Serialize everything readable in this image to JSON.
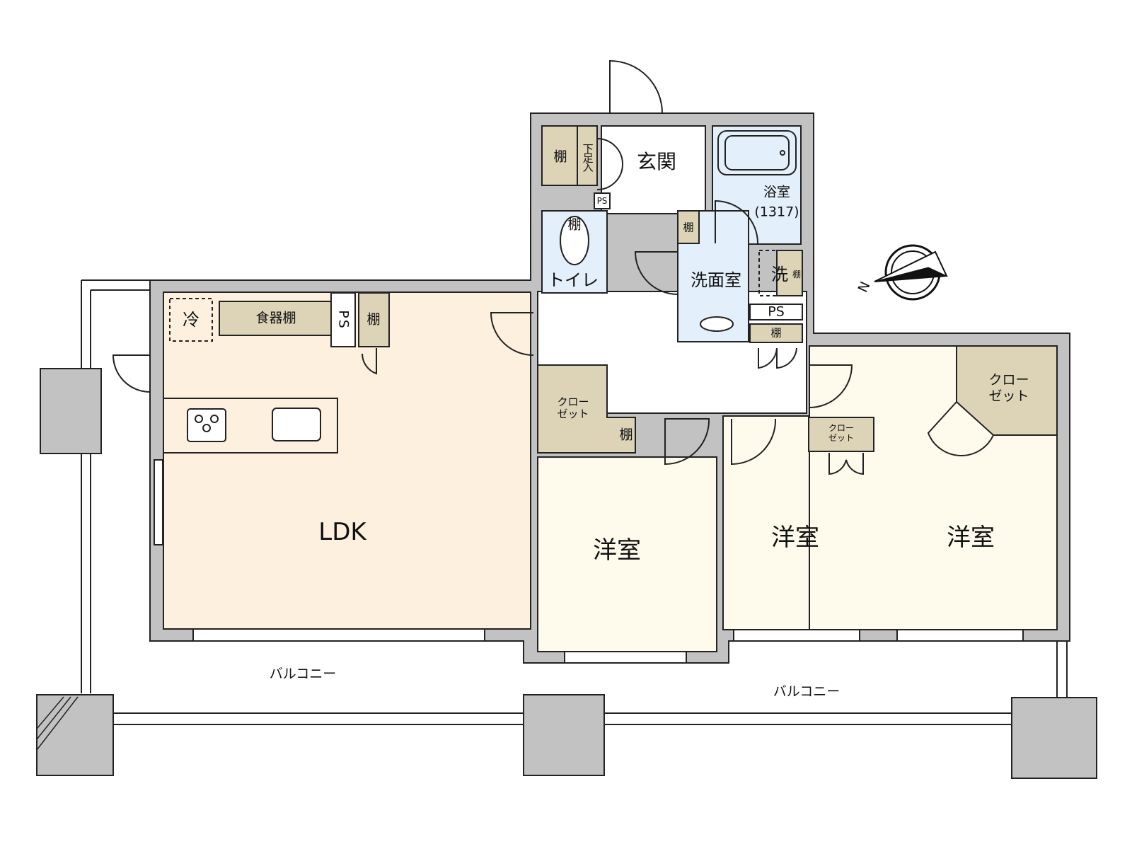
{
  "colors": {
    "wall": "#c2c2c2",
    "ldk_floor": "#fdf0de",
    "bedroom_floor": "#fefbec",
    "wet_area_floor": "#e3effa",
    "storage": "#ddd4b8",
    "line": "#222222"
  },
  "rooms": {
    "ldk": "LDK",
    "bedroom_1": "洋室",
    "bedroom_2": "洋室",
    "bedroom_3": "洋室",
    "entrance": "玄関",
    "bathroom": "浴室",
    "bathroom_size": "(1317)",
    "toilet": "トイレ",
    "washroom": "洗面室",
    "balcony_left": "バルコニー",
    "balcony_right": "バルコニー"
  },
  "storage": {
    "entrance_shelf": "棚",
    "shoe_box": "下足入",
    "toilet_shelf": "棚",
    "wash_shelf_top": "棚",
    "washer": "洗",
    "washer_shelf": "棚",
    "ps_toilet": "PS",
    "ps_wash": "PS",
    "wash_shelf_bottom": "棚",
    "refrigerator": "冷",
    "cupboard": "食器棚",
    "ps_kitchen": "PS",
    "kitchen_shelf": "棚",
    "closet_1": "クロー\nゼット",
    "closet_1_shelf": "棚",
    "closet_2": "クロー\nゼット",
    "closet_3": "クロー\nゼット"
  },
  "compass": {
    "north_label": "N"
  }
}
